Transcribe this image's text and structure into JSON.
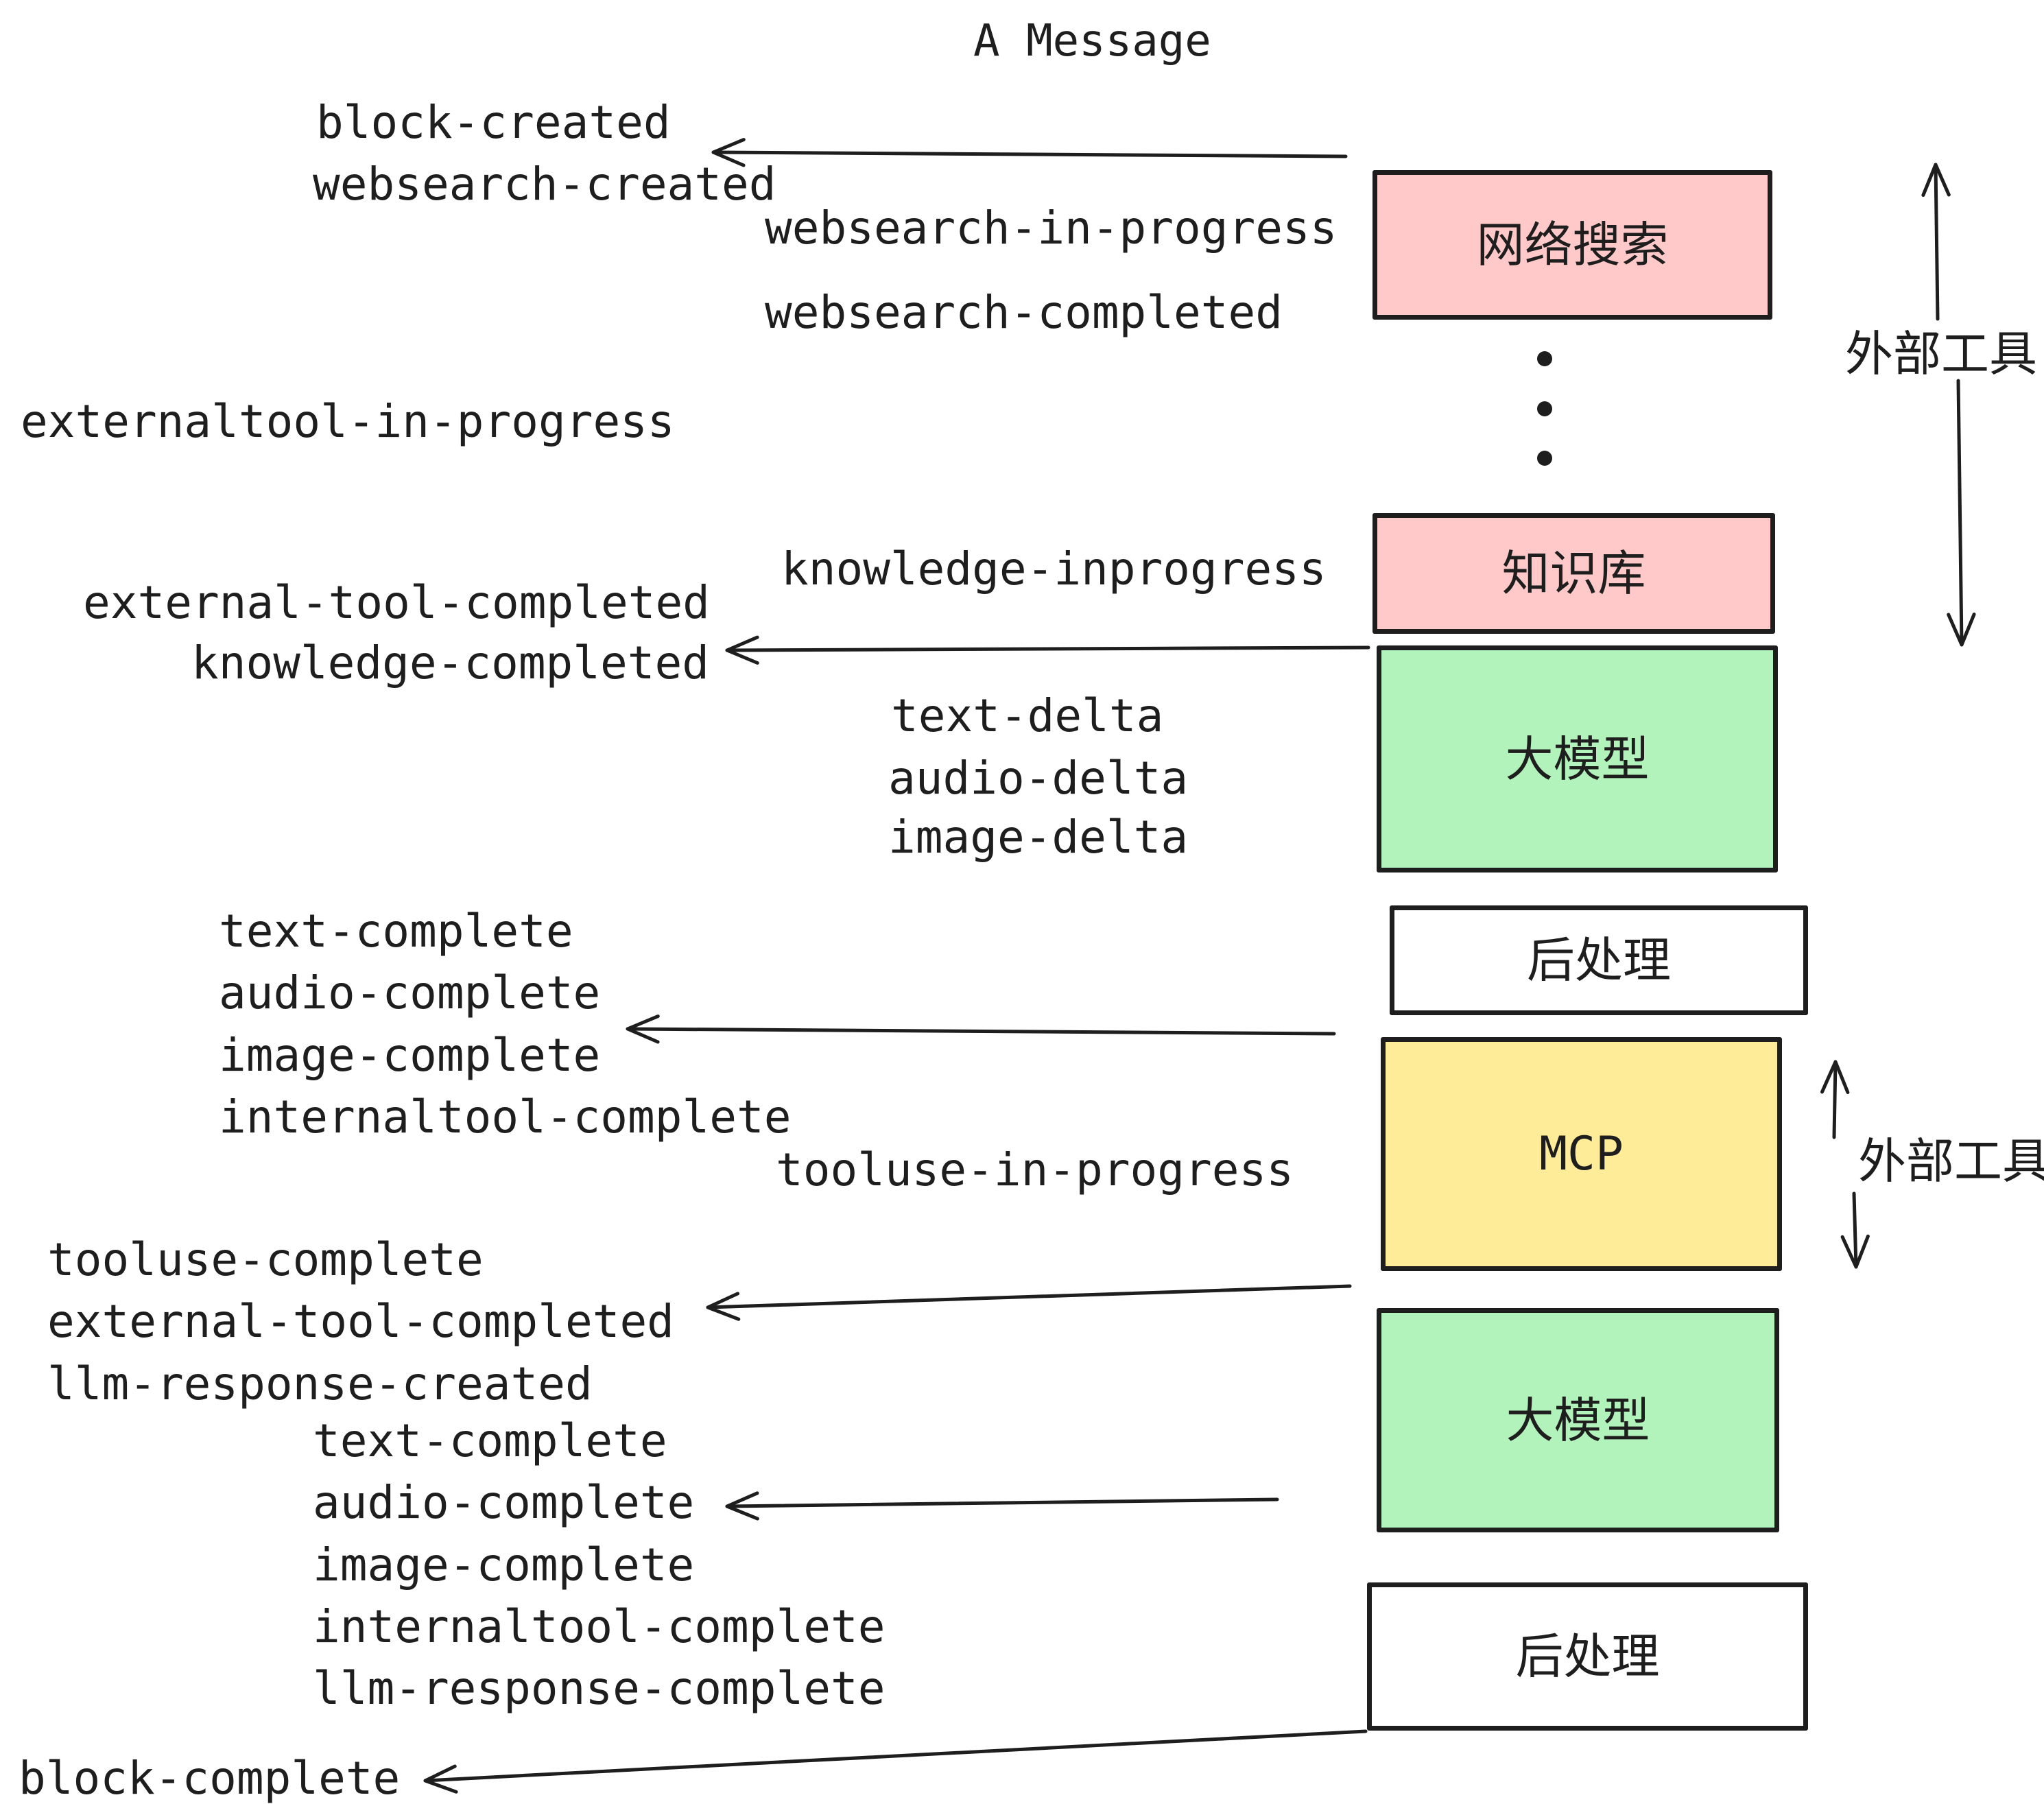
{
  "title": "A Message",
  "events": [
    {
      "id": "block-created",
      "text": "block-created"
    },
    {
      "id": "websearch-created",
      "text": "websearch-created"
    },
    {
      "id": "websearch-in-progress",
      "text": "websearch-in-progress"
    },
    {
      "id": "websearch-completed",
      "text": "websearch-completed"
    },
    {
      "id": "externaltool-in-progress",
      "text": "externaltool-in-progress"
    },
    {
      "id": "knowledge-inprogress",
      "text": "knowledge-inprogress"
    },
    {
      "id": "external-tool-completed-1",
      "text": "external-tool-completed"
    },
    {
      "id": "knowledge-completed",
      "text": "knowledge-completed"
    },
    {
      "id": "text-delta-1",
      "text": "text-delta"
    },
    {
      "id": "audio-delta-1",
      "text": "audio-delta"
    },
    {
      "id": "image-delta-1",
      "text": "image-delta"
    },
    {
      "id": "text-complete-1",
      "text": "text-complete"
    },
    {
      "id": "audio-complete-1",
      "text": "audio-complete"
    },
    {
      "id": "image-complete-1",
      "text": "image-complete"
    },
    {
      "id": "internaltool-complete-1",
      "text": "internaltool-complete"
    },
    {
      "id": "tooluse-in-progress",
      "text": "tooluse-in-progress"
    },
    {
      "id": "tooluse-complete",
      "text": "tooluse-complete"
    },
    {
      "id": "external-tool-completed-2",
      "text": "external-tool-completed"
    },
    {
      "id": "llm-response-created",
      "text": "llm-response-created"
    },
    {
      "id": "text-complete-2",
      "text": "text-complete"
    },
    {
      "id": "audio-complete-2",
      "text": "audio-complete"
    },
    {
      "id": "image-complete-2",
      "text": "image-complete"
    },
    {
      "id": "internaltool-complete-2",
      "text": "internaltool-complete"
    },
    {
      "id": "llm-response-complete",
      "text": "llm-response-complete"
    },
    {
      "id": "block-complete",
      "text": "block-complete"
    }
  ],
  "boxes": [
    {
      "id": "websearch-box",
      "label": "网络搜索"
    },
    {
      "id": "knowledge-box",
      "label": "知识库"
    },
    {
      "id": "llm-box-1",
      "label": "大模型"
    },
    {
      "id": "post-box-1",
      "label": "后处理"
    },
    {
      "id": "mcp-box",
      "label": "MCP"
    },
    {
      "id": "llm-box-2",
      "label": "大模型"
    },
    {
      "id": "post-box-2",
      "label": "后处理"
    }
  ],
  "side_labels": [
    {
      "id": "external-tools-upper",
      "text": "外部工具"
    },
    {
      "id": "external-tools-lower",
      "text": "外部工具"
    }
  ],
  "colors": {
    "ink": "#1e1e1e",
    "pink": "#ffc9c9",
    "green": "#b2f2bb",
    "yellow": "#ffec99",
    "white": "#ffffff"
  }
}
